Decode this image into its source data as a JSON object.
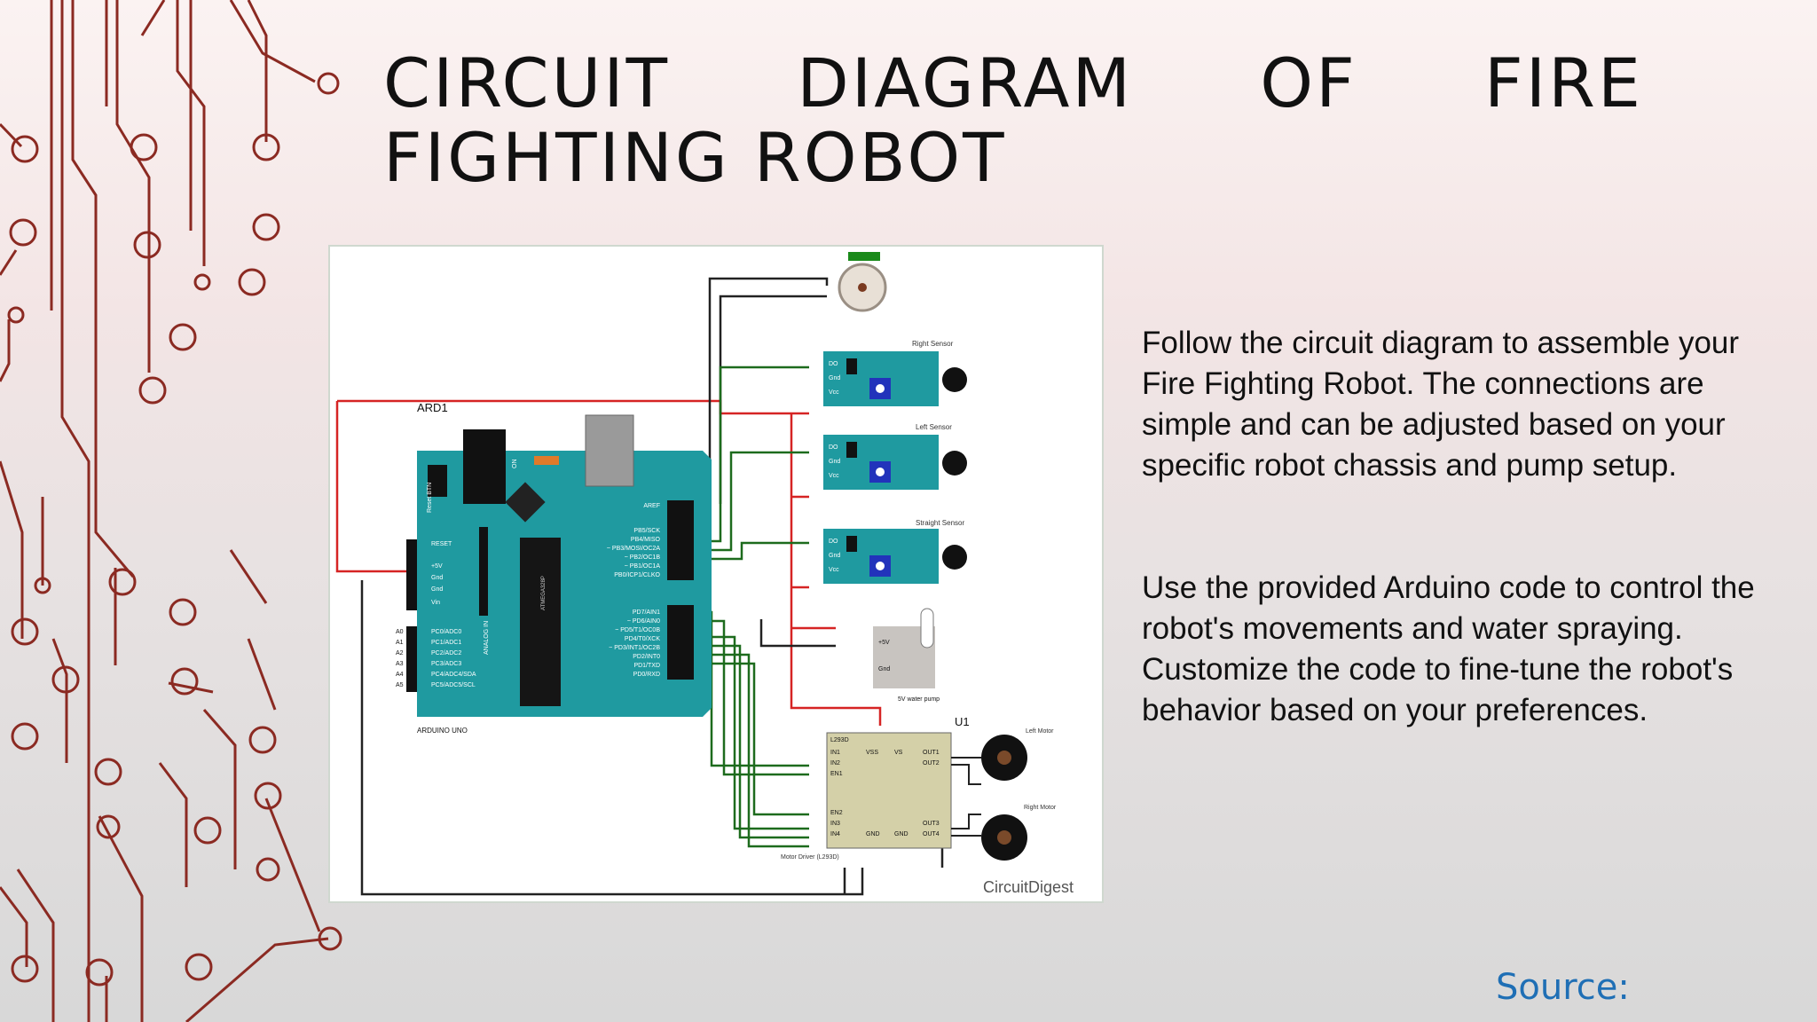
{
  "slide": {
    "title": "CIRCUIT DIAGRAM OF FIRE FIGHTING ROBOT",
    "paragraphs": [
      "Follow the circuit diagram to assemble your Fire Fighting Robot. The connections are simple and can be adjusted based on your specific robot chassis and pump setup.",
      "Use the provided Arduino code to control the robot's movements and water spraying. Customize the code to fine-tune the robot's behavior based on your preferences."
    ],
    "source_label": "Source:",
    "accent_color": "#8b2a22",
    "link_color": "#1f6fb5"
  },
  "diagram": {
    "board_label": "ARD1",
    "board_name": "ARDUINO UNO",
    "reset_btn": "Reset BTN",
    "on_label": "ON",
    "chip_label": "ATMEGA328P",
    "analog_label": "ANALOG IN",
    "left_pins": [
      "RESET",
      "+5V",
      "Gnd",
      "Gnd",
      "Vin"
    ],
    "analog_pins": [
      "PC0/ADC0",
      "PC1/ADC1",
      "PC2/ADC2",
      "PC3/ADC3",
      "PC4/ADC4/SDA",
      "PC5/ADC5/SCL"
    ],
    "analog_nums": [
      "A0",
      "A1",
      "A2",
      "A3",
      "A4",
      "A5"
    ],
    "right_pins_top": [
      "AREF",
      "PB5/SCK",
      "PB4/MISO",
      "~ PB3/MOSI/OC2A",
      "~ PB2/OC1B",
      "~ PB1/OC1A",
      "PB0/ICP1/CLKO"
    ],
    "right_pins_bottom": [
      "PD7/AIN1",
      "~ PD6/AIN0",
      "~ PD5/T1/OC0B",
      "PD4/T0/XCK",
      "~ PD3/INT1/OC2B",
      "PD2/INT0",
      "PD1/TXD",
      "PD0/RXD"
    ],
    "sensors": [
      {
        "name": "Right Sensor",
        "pins": [
          "DO",
          "Gnd",
          "Vcc"
        ]
      },
      {
        "name": "Left Sensor",
        "pins": [
          "DO",
          "Gnd",
          "Vcc"
        ]
      },
      {
        "name": "Straight Sensor",
        "pins": [
          "DO",
          "Gnd",
          "Vcc"
        ]
      }
    ],
    "pump": {
      "name": "5V water pump",
      "pins": [
        "+5V",
        "Gnd"
      ]
    },
    "driver": {
      "ref": "U1",
      "part": "L293D",
      "caption": "Motor Driver (L293D)",
      "left_pins": [
        "IN1",
        "IN2",
        "EN1",
        "EN2",
        "IN3",
        "IN4"
      ],
      "top_pins": [
        "VSS",
        "VS"
      ],
      "right_pins": [
        "OUT1",
        "OUT2",
        "OUT3",
        "OUT4"
      ],
      "bottom_pins": [
        "GND",
        "GND"
      ]
    },
    "motors": [
      "Left Motor",
      "Right Motor"
    ],
    "watermark": "CircuitDigest"
  }
}
